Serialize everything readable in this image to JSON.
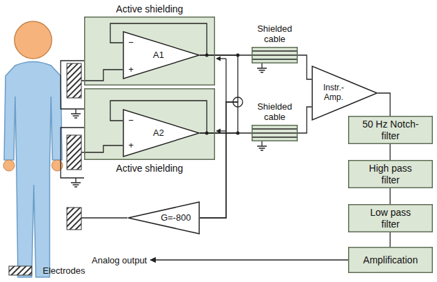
{
  "diagram": {
    "nodes": [
      {
        "text": [
          "Active shielding"
        ]
      },
      {
        "text": [
          "−",
          "+",
          "A1"
        ],
        "in": 0
      },
      {
        "text": [
          "Shielded cable"
        ]
      },
      {
        "text": [
          "Instr.- Amp."
        ]
      },
      {
        "text": [
          "Active shielding"
        ]
      },
      {
        "text": [
          "−",
          "+",
          "A2"
        ],
        "in": 4
      },
      {
        "text": [
          "Shielded cable"
        ]
      },
      {
        "text": [
          "50 Hz Notch- filter"
        ]
      },
      {
        "text": [
          "High pass filter"
        ]
      },
      {
        "text": [
          "Low pass filter"
        ]
      },
      {
        "text": [
          "G=-800"
        ]
      },
      {
        "text": [
          "Amplification"
        ]
      }
    ],
    "edges": [
      {
        "from": 1,
        "to": 2,
        "arrow": "none"
      },
      {
        "from": 5,
        "to": 6,
        "arrow": "none"
      },
      {
        "from": 2,
        "to": 3,
        "arrow": "none"
      },
      {
        "from": 6,
        "to": 3,
        "arrow": "none"
      },
      {
        "from": 3,
        "to": 7,
        "arrow": "none"
      },
      {
        "from": 7,
        "to": 8,
        "arrow": "none"
      },
      {
        "from": 8,
        "to": 9,
        "arrow": "none"
      },
      {
        "from": 9,
        "to": 11,
        "arrow": "none"
      },
      {
        "from": 1,
        "to": 10,
        "arrow": "none"
      },
      {
        "from": 5,
        "to": 10,
        "arrow": "none"
      }
    ],
    "labels": [
      "Analog output"
    ],
    "legend": [
      {
        "text": "Electrodes"
      }
    ]
  }
}
